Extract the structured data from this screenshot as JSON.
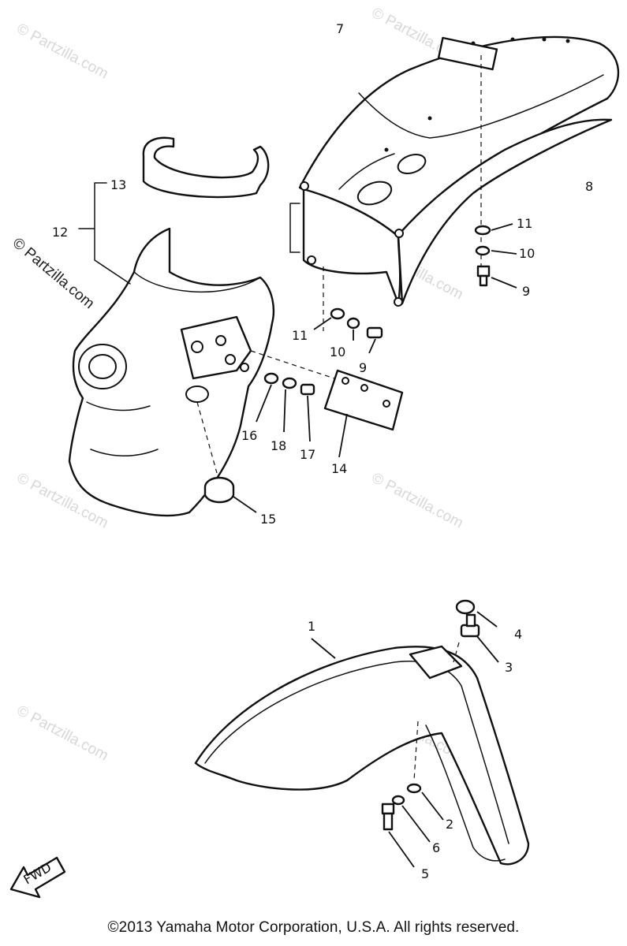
{
  "watermark": "© Partzilla.com",
  "copyright": "©2013 Yamaha Motor Corporation, U.S.A. All rights reserved.",
  "fwd_label": "FWD",
  "callouts": {
    "c1": "1",
    "c2": "2",
    "c3": "3",
    "c4": "4",
    "c5": "5",
    "c6": "6",
    "c7": "7",
    "c8": "8",
    "c9a": "9",
    "c9b": "9",
    "c10a": "10",
    "c10b": "10",
    "c11a": "11",
    "c11b": "11",
    "c12": "12",
    "c13": "13",
    "c14": "14",
    "c15": "15",
    "c16": "16",
    "c17": "17",
    "c18": "18"
  }
}
